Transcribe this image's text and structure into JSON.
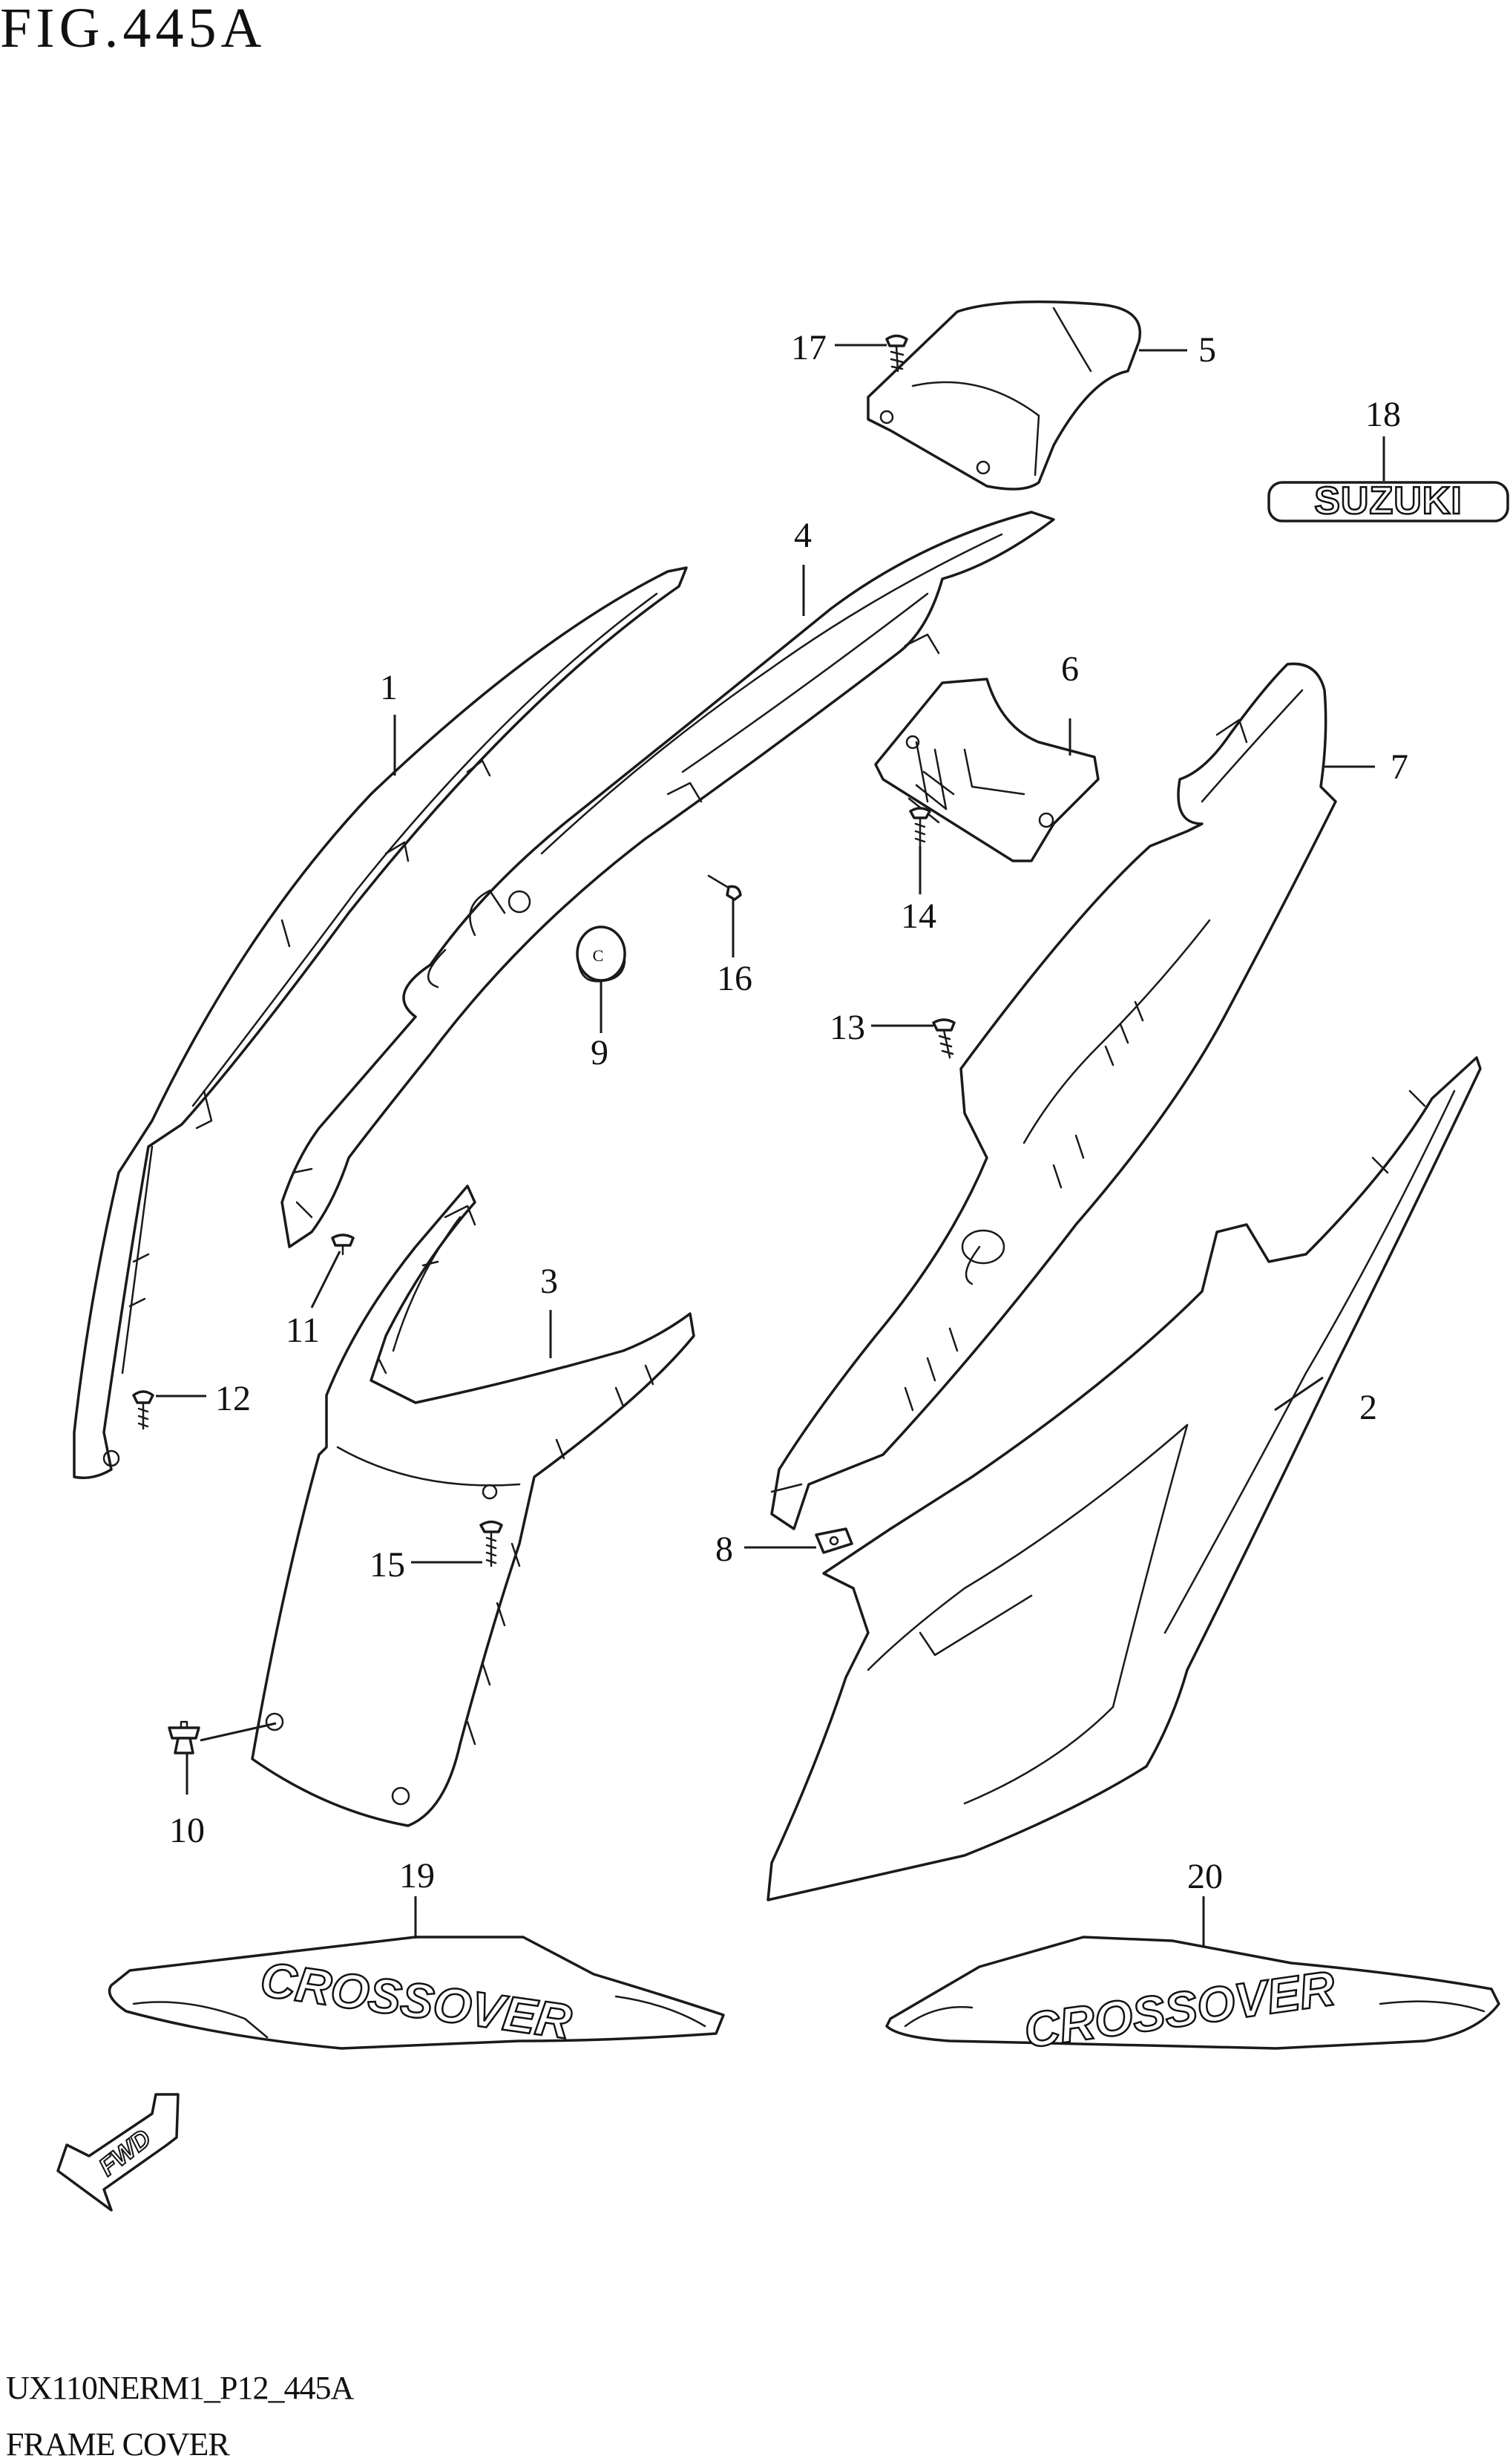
{
  "figure": {
    "title": "FIG.445A",
    "code": "UX110NERM1_P12_445A",
    "name": "FRAME COVER"
  },
  "callouts": [
    {
      "num": "1"
    },
    {
      "num": "2"
    },
    {
      "num": "3"
    },
    {
      "num": "4"
    },
    {
      "num": "5"
    },
    {
      "num": "6"
    },
    {
      "num": "7"
    },
    {
      "num": "8"
    },
    {
      "num": "9"
    },
    {
      "num": "10"
    },
    {
      "num": "11"
    },
    {
      "num": "12"
    },
    {
      "num": "13"
    },
    {
      "num": "14"
    },
    {
      "num": "15"
    },
    {
      "num": "16"
    },
    {
      "num": "17"
    },
    {
      "num": "18"
    },
    {
      "num": "19"
    },
    {
      "num": "20"
    }
  ],
  "emblems": {
    "brand": "SUZUKI",
    "decal_left": "CROSSOVER",
    "decal_right": "CROSSOVER",
    "direction": "FWD"
  }
}
